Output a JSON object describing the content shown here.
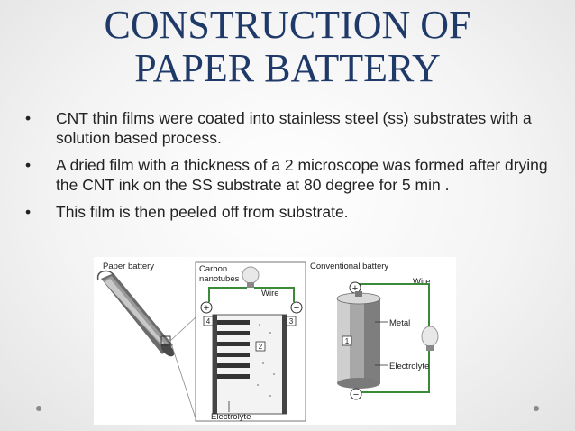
{
  "slide": {
    "title_line1": "CONSTRUCTION OF",
    "title_line2": "PAPER BATTERY",
    "bullet_symbol": "•",
    "bullets": [
      " CNT thin films were coated into stainless steel (ss) substrates with a solution based process.",
      " A dried film with a thickness of a 2 microscope was formed after drying the CNT ink on the SS substrate at 80 degree for 5 min .",
      " This film is then peeled off from substrate."
    ]
  },
  "figure": {
    "paper_label": "Paper battery",
    "cnt_label_1": "Carbon",
    "cnt_label_2": "nanotubes",
    "wire_label": "Wire",
    "plus": "+",
    "minus": "−",
    "num1": "1",
    "num2": "2",
    "num3": "3",
    "num4": "4",
    "electrolyte_label": "Electrolyte",
    "conv_label": "Conventional battery",
    "metal_label": "Metal"
  },
  "colors": {
    "title": "#1f3a68",
    "text": "#222222",
    "wire": "#3a8a3a"
  }
}
